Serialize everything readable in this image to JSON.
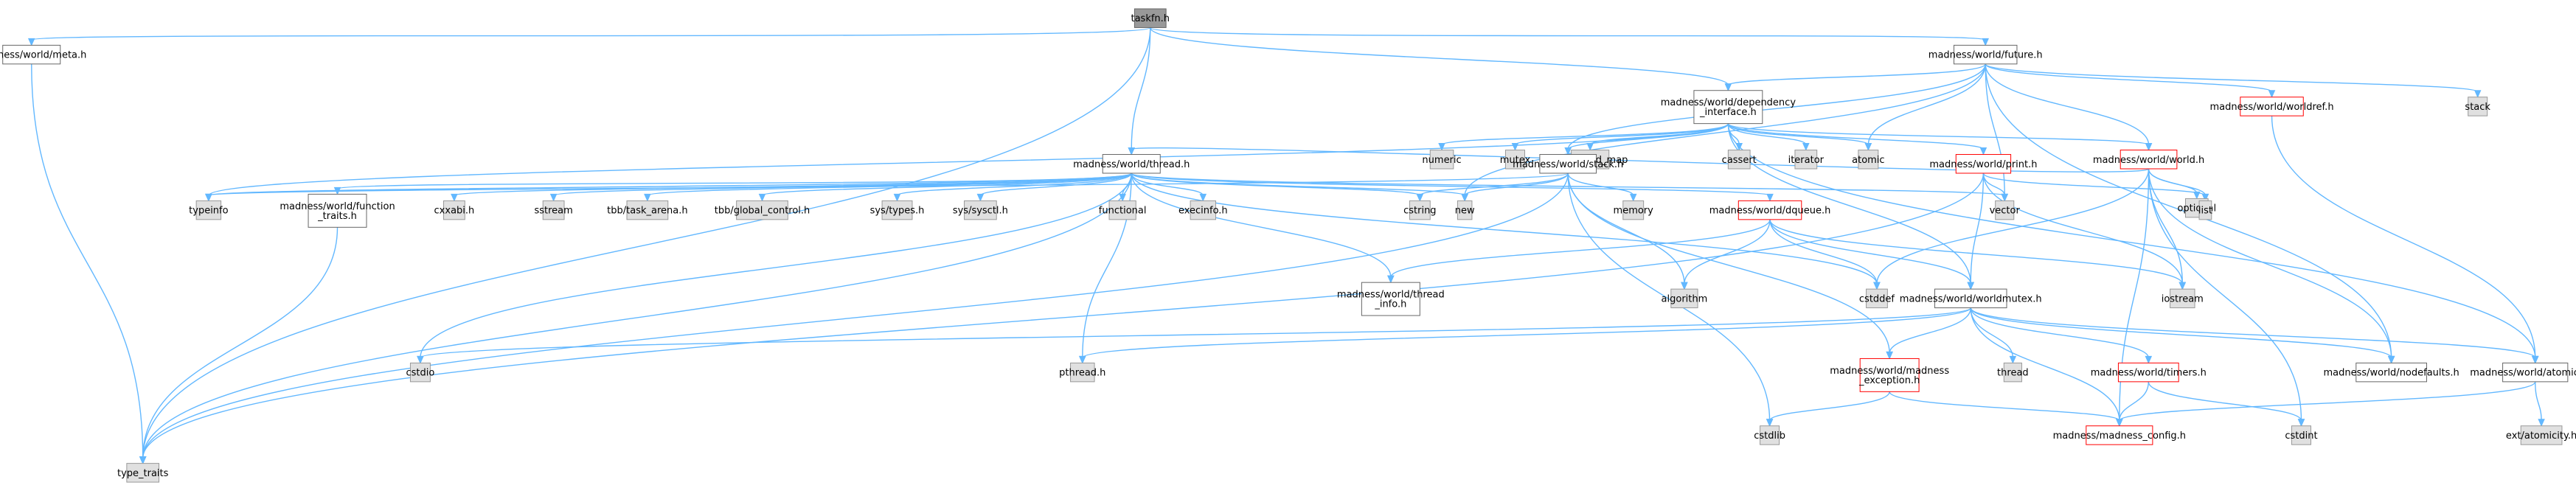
{
  "colors": {
    "edge": "#63b8ff",
    "header_fill": "#999999",
    "header_border": "#666666",
    "file_fill": "#ffffff",
    "file_border": "#666666",
    "ext_fill": "#e0e0e0",
    "ext_border": "#999999",
    "red_border": "#ff0000"
  },
  "nodes": [
    {
      "id": "taskfn",
      "lines": [
        "taskfn.h"
      ],
      "style": "header"
    },
    {
      "id": "meta",
      "lines": [
        "madness/world/meta.h"
      ],
      "style": "file"
    },
    {
      "id": "future",
      "lines": [
        "madness/world/future.h"
      ],
      "style": "file"
    },
    {
      "id": "type_traits",
      "lines": [
        "type_traits"
      ],
      "style": "ext"
    },
    {
      "id": "thread",
      "lines": [
        "madness/world/thread.h"
      ],
      "style": "file"
    },
    {
      "id": "dependency",
      "lines": [
        "madness/world/dependency",
        "_interface.h"
      ],
      "style": "file"
    },
    {
      "id": "worldref",
      "lines": [
        "madness/world/worldref.h"
      ],
      "style": "red"
    },
    {
      "id": "stack",
      "lines": [
        "stack"
      ],
      "style": "ext"
    },
    {
      "id": "numeric",
      "lines": [
        "numeric"
      ],
      "style": "ext"
    },
    {
      "id": "mutex",
      "lines": [
        "mutex"
      ],
      "style": "ext"
    },
    {
      "id": "unordered_map",
      "lines": [
        "unordered_map"
      ],
      "style": "ext"
    },
    {
      "id": "cassert",
      "lines": [
        "cassert"
      ],
      "style": "ext"
    },
    {
      "id": "iterator",
      "lines": [
        "iterator"
      ],
      "style": "ext"
    },
    {
      "id": "atomic",
      "lines": [
        "atomic"
      ],
      "style": "ext"
    },
    {
      "id": "world",
      "lines": [
        "madness/world/world.h"
      ],
      "style": "red"
    },
    {
      "id": "optional",
      "lines": [
        "optional"
      ],
      "style": "ext"
    },
    {
      "id": "typeinfo",
      "lines": [
        "typeinfo"
      ],
      "style": "ext"
    },
    {
      "id": "funtraits",
      "lines": [
        "madness/world/function",
        "_traits.h"
      ],
      "style": "file"
    },
    {
      "id": "cxxabi",
      "lines": [
        "cxxabi.h"
      ],
      "style": "ext"
    },
    {
      "id": "sstream",
      "lines": [
        "sstream"
      ],
      "style": "ext"
    },
    {
      "id": "tbb_arena",
      "lines": [
        "tbb/task_arena.h"
      ],
      "style": "ext"
    },
    {
      "id": "tbb_gc",
      "lines": [
        "tbb/global_control.h"
      ],
      "style": "ext"
    },
    {
      "id": "sys_types",
      "lines": [
        "sys/types.h"
      ],
      "style": "ext"
    },
    {
      "id": "sys_sysctl",
      "lines": [
        "sys/sysctl.h"
      ],
      "style": "ext"
    },
    {
      "id": "functional",
      "lines": [
        "functional"
      ],
      "style": "ext"
    },
    {
      "id": "execinfo",
      "lines": [
        "execinfo.h"
      ],
      "style": "ext"
    },
    {
      "id": "wstack",
      "lines": [
        "madness/world/stack.h"
      ],
      "style": "file"
    },
    {
      "id": "cstring",
      "lines": [
        "cstring"
      ],
      "style": "ext"
    },
    {
      "id": "new",
      "lines": [
        "new"
      ],
      "style": "ext"
    },
    {
      "id": "memory",
      "lines": [
        "memory"
      ],
      "style": "ext"
    },
    {
      "id": "print",
      "lines": [
        "madness/world/print.h"
      ],
      "style": "red"
    },
    {
      "id": "vector",
      "lines": [
        "vector"
      ],
      "style": "ext"
    },
    {
      "id": "list",
      "lines": [
        "list"
      ],
      "style": "ext"
    },
    {
      "id": "dqueue",
      "lines": [
        "madness/world/dqueue.h"
      ],
      "style": "red"
    },
    {
      "id": "iostream",
      "lines": [
        "iostream"
      ],
      "style": "ext"
    },
    {
      "id": "threadinfo",
      "lines": [
        "madness/world/thread",
        "_info.h"
      ],
      "style": "file"
    },
    {
      "id": "algorithm",
      "lines": [
        "algorithm"
      ],
      "style": "ext"
    },
    {
      "id": "cstddef",
      "lines": [
        "cstddef"
      ],
      "style": "ext"
    },
    {
      "id": "worldmutex",
      "lines": [
        "madness/world/worldmutex.h"
      ],
      "style": "file"
    },
    {
      "id": "cstdio",
      "lines": [
        "cstdio"
      ],
      "style": "ext"
    },
    {
      "id": "pthread",
      "lines": [
        "pthread.h"
      ],
      "style": "ext"
    },
    {
      "id": "madexc",
      "lines": [
        "madness/world/madness",
        "_exception.h"
      ],
      "style": "red"
    },
    {
      "id": "thread_std",
      "lines": [
        "thread"
      ],
      "style": "ext"
    },
    {
      "id": "timers",
      "lines": [
        "madness/world/timers.h"
      ],
      "style": "red"
    },
    {
      "id": "nodefaults",
      "lines": [
        "madness/world/nodefaults.h"
      ],
      "style": "file"
    },
    {
      "id": "atomicint",
      "lines": [
        "madness/world/atomicint.h"
      ],
      "style": "file"
    },
    {
      "id": "cstdlib",
      "lines": [
        "cstdlib"
      ],
      "style": "ext"
    },
    {
      "id": "madconfig",
      "lines": [
        "madness/madness_config.h"
      ],
      "style": "red"
    },
    {
      "id": "cstdint",
      "lines": [
        "cstdint"
      ],
      "style": "ext"
    },
    {
      "id": "extatomicity",
      "lines": [
        "ext/atomicity.h"
      ],
      "style": "ext"
    }
  ],
  "edges": [
    [
      "taskfn",
      "meta"
    ],
    [
      "taskfn",
      "future"
    ],
    [
      "taskfn",
      "type_traits"
    ],
    [
      "taskfn",
      "thread"
    ],
    [
      "taskfn",
      "dependency"
    ],
    [
      "meta",
      "type_traits"
    ],
    [
      "future",
      "dependency"
    ],
    [
      "future",
      "worldref"
    ],
    [
      "future",
      "stack"
    ],
    [
      "future",
      "atomic"
    ],
    [
      "future",
      "world"
    ],
    [
      "future",
      "vector"
    ],
    [
      "future",
      "new"
    ],
    [
      "future",
      "wstack"
    ],
    [
      "future",
      "nodefaults"
    ],
    [
      "worldref",
      "atomicint"
    ],
    [
      "dependency",
      "typeinfo"
    ],
    [
      "dependency",
      "numeric"
    ],
    [
      "dependency",
      "mutex"
    ],
    [
      "dependency",
      "unordered_map"
    ],
    [
      "dependency",
      "cassert"
    ],
    [
      "dependency",
      "iterator"
    ],
    [
      "dependency",
      "atomic"
    ],
    [
      "dependency",
      "world"
    ],
    [
      "dependency",
      "wstack"
    ],
    [
      "dependency",
      "print"
    ],
    [
      "dependency",
      "worldmutex"
    ],
    [
      "dependency",
      "atomicint"
    ],
    [
      "world",
      "thread"
    ],
    [
      "world",
      "optional"
    ],
    [
      "world",
      "list"
    ],
    [
      "world",
      "iostream"
    ],
    [
      "world",
      "cstdint"
    ],
    [
      "world",
      "nodefaults"
    ],
    [
      "world",
      "madconfig"
    ],
    [
      "world",
      "cstddef"
    ],
    [
      "thread",
      "typeinfo"
    ],
    [
      "thread",
      "funtraits"
    ],
    [
      "thread",
      "cxxabi"
    ],
    [
      "thread",
      "sstream"
    ],
    [
      "thread",
      "tbb_arena"
    ],
    [
      "thread",
      "tbb_gc"
    ],
    [
      "thread",
      "sys_types"
    ],
    [
      "thread",
      "sys_sysctl"
    ],
    [
      "thread",
      "functional"
    ],
    [
      "thread",
      "execinfo"
    ],
    [
      "thread",
      "cstring"
    ],
    [
      "thread",
      "new"
    ],
    [
      "thread",
      "vector"
    ],
    [
      "thread",
      "dqueue"
    ],
    [
      "thread",
      "threadinfo"
    ],
    [
      "thread",
      "pthread"
    ],
    [
      "thread",
      "cstdio"
    ],
    [
      "thread",
      "type_traits"
    ],
    [
      "thread",
      "cstddef"
    ],
    [
      "funtraits",
      "type_traits"
    ],
    [
      "wstack",
      "cstring"
    ],
    [
      "wstack",
      "new"
    ],
    [
      "wstack",
      "memory"
    ],
    [
      "wstack",
      "algorithm"
    ],
    [
      "wstack",
      "type_traits"
    ],
    [
      "wstack",
      "madexc"
    ],
    [
      "wstack",
      "cstdlib"
    ],
    [
      "wstack",
      "typeinfo"
    ],
    [
      "print",
      "vector"
    ],
    [
      "print",
      "list"
    ],
    [
      "print",
      "iostream"
    ],
    [
      "print",
      "worldmutex"
    ],
    [
      "print",
      "type_traits"
    ],
    [
      "dqueue",
      "algorithm"
    ],
    [
      "dqueue",
      "cstddef"
    ],
    [
      "dqueue",
      "iostream"
    ],
    [
      "dqueue",
      "worldmutex"
    ],
    [
      "dqueue",
      "threadinfo"
    ],
    [
      "worldmutex",
      "cstdio"
    ],
    [
      "worldmutex",
      "pthread"
    ],
    [
      "worldmutex",
      "madexc"
    ],
    [
      "worldmutex",
      "thread_std"
    ],
    [
      "worldmutex",
      "timers"
    ],
    [
      "worldmutex",
      "nodefaults"
    ],
    [
      "worldmutex",
      "atomicint"
    ],
    [
      "worldmutex",
      "madconfig"
    ],
    [
      "madexc",
      "cstdlib"
    ],
    [
      "madexc",
      "madconfig"
    ],
    [
      "timers",
      "madconfig"
    ],
    [
      "timers",
      "cstdint"
    ],
    [
      "atomicint",
      "madconfig"
    ],
    [
      "atomicint",
      "extatomicity"
    ]
  ]
}
